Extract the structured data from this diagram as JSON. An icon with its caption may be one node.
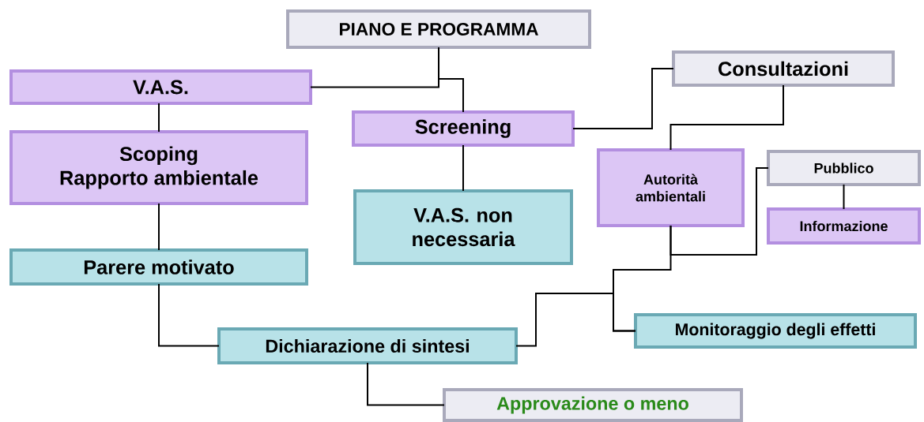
{
  "diagram": {
    "nodes": [
      {
        "text": [
          "PIANO E PROGRAMMA"
        ]
      },
      {
        "text": [
          "V.A.S."
        ]
      },
      {
        "text": [
          "Consultazioni"
        ]
      },
      {
        "text": [
          "Screening"
        ]
      },
      {
        "text": [
          "Scoping",
          "Rapporto ambientale"
        ]
      },
      {
        "text": [
          "Autorità ambientali"
        ]
      },
      {
        "text": [
          "Pubblico"
        ]
      },
      {
        "text": [
          "V.A.S. non necessaria"
        ]
      },
      {
        "text": [
          "Informazione"
        ]
      },
      {
        "text": [
          "Parere motivato"
        ]
      },
      {
        "text": [
          "Monitoraggio degli effetti"
        ]
      },
      {
        "text": [
          "Dichiarazione di sintesi"
        ]
      },
      {
        "text": [
          "Approvazione o meno"
        ]
      }
    ],
    "edges": [
      {
        "from": 0,
        "to": 1,
        "arrow": "none"
      },
      {
        "from": 0,
        "to": 3,
        "arrow": "none"
      },
      {
        "from": 3,
        "to": 2,
        "arrow": "none"
      },
      {
        "from": 1,
        "to": 4,
        "arrow": "none"
      },
      {
        "from": 3,
        "to": 7,
        "arrow": "none"
      },
      {
        "from": 2,
        "to": 5,
        "arrow": "none"
      },
      {
        "from": 4,
        "to": 9,
        "arrow": "none"
      },
      {
        "from": 5,
        "to": 6,
        "arrow": "none"
      },
      {
        "from": 5,
        "to": 10,
        "arrow": "none"
      },
      {
        "from": 11,
        "to": 10,
        "arrow": "none"
      },
      {
        "from": 9,
        "to": 11,
        "arrow": "none"
      },
      {
        "from": 11,
        "to": 12,
        "arrow": "none"
      },
      {
        "from": 6,
        "to": 8,
        "arrow": "none"
      }
    ]
  }
}
